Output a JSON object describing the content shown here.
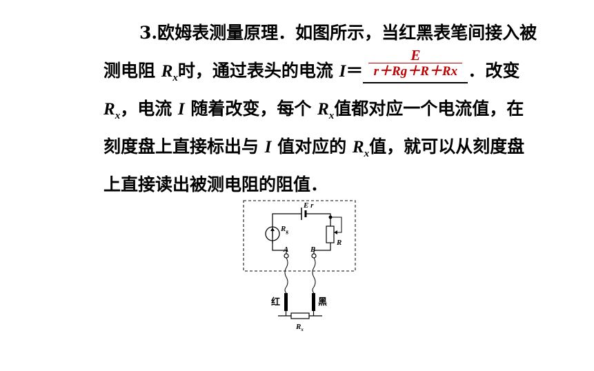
{
  "paragraph": {
    "l1": "3.欧姆表测量原理．如图所示，当红黑表笔间接入被",
    "l2_pre": "测电阻 ",
    "l2_rx": "R",
    "l2_rx_sub": "x",
    "l2_mid": "时，通过表头的电流 ",
    "l2_i": "I",
    "l2_eq": "＝",
    "l2_post": "．改变",
    "l3_rx": "R",
    "l3_rx_sub": "x",
    "l3_a": "，电流 ",
    "l3_i": "I",
    "l3_b": " 随着改变，每个 ",
    "l3_rx2": "R",
    "l3_rx2_sub": "x",
    "l3_c": "值都对应一个电流值，在",
    "l4_a": "刻度盘上直接标出与 ",
    "l4_i": "I",
    "l4_b": " 值对应的 ",
    "l4_rx": "R",
    "l4_rx_sub": "x",
    "l4_c": "值，就可以从刻度盘",
    "l5": "上直接读出被测电阻的阻值．"
  },
  "formula": {
    "numerator": "E",
    "denominator": "r＋Rg＋R＋Rx",
    "color": "#c00000"
  },
  "figure": {
    "label_E": "E",
    "label_r": "r",
    "label_Rg": "R",
    "label_Rg_sub": "g",
    "label_A": "A",
    "label_B": "B",
    "label_R": "R",
    "label_red": "红",
    "label_black": "黑",
    "label_Rx": "R",
    "label_Rx_sub": "x"
  }
}
